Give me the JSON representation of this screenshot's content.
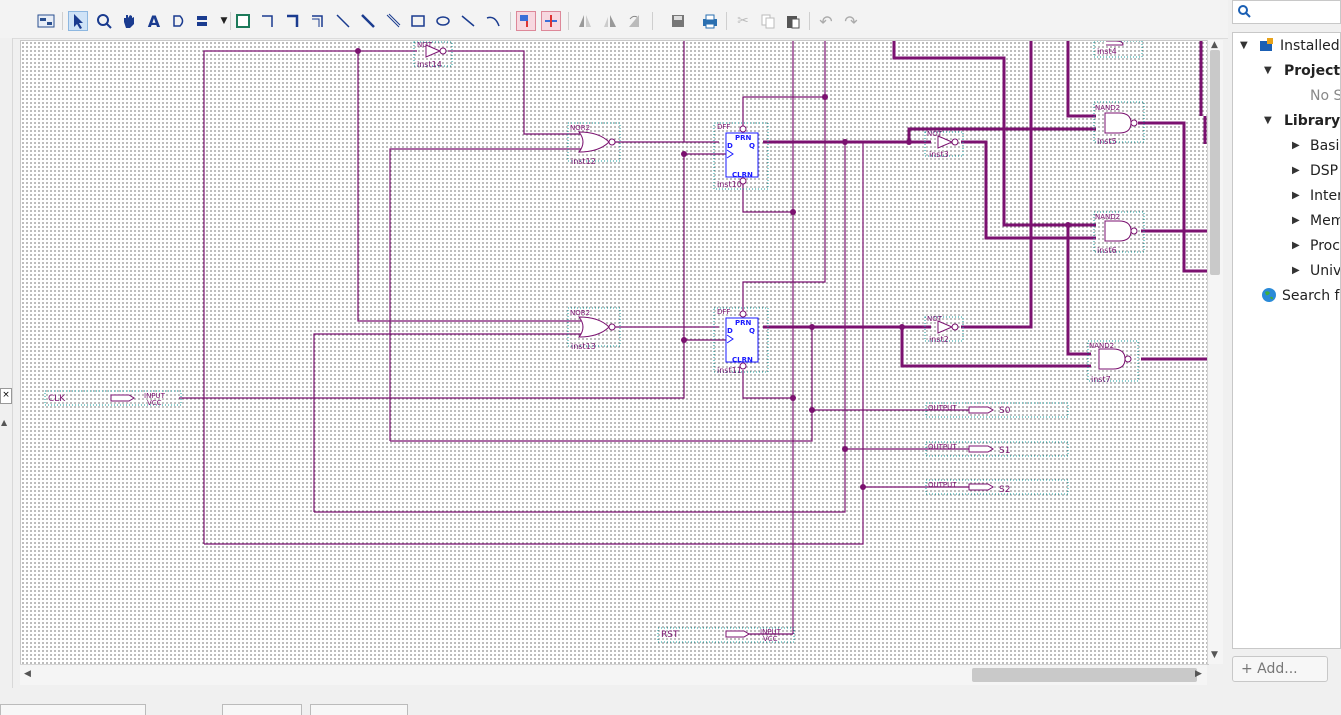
{
  "toolbar": {
    "tools": [
      "window-icon",
      "select-icon",
      "zoom-icon",
      "hand-icon",
      "text-icon",
      "symbol-icon",
      "pin-icon",
      "dropdown-icon",
      "block-icon",
      "orthogonal-node-icon",
      "orthogonal-bus-icon",
      "orthogonal-conduit-icon",
      "node-icon",
      "bus-icon",
      "conduit-icon",
      "rectangle-icon",
      "ellipse-icon",
      "line-icon",
      "arc-icon",
      "rubberband-icon",
      "partial-line-icon",
      "flip-horizontal-icon",
      "flip-vertical-icon",
      "rotate-icon",
      "save-icon",
      "print-icon",
      "cut-icon",
      "copy-icon",
      "paste-icon",
      "undo-icon",
      "redo-icon"
    ]
  },
  "schematic": {
    "inst14": {
      "type": "NOT",
      "name": "inst14"
    },
    "inst12": {
      "type": "NOR2",
      "name": "inst12"
    },
    "inst10": {
      "type": "DFF",
      "name": "inst10",
      "prn": "PRN",
      "d": "D",
      "q": "Q",
      "clrn": "CLRN"
    },
    "inst3": {
      "type": "NOT",
      "name": "inst3"
    },
    "inst5": {
      "type": "NAND2",
      "name": "inst5"
    },
    "inst6": {
      "type": "NAND2",
      "name": "inst6"
    },
    "inst4": {
      "name": "inst4"
    },
    "inst13": {
      "type": "NOR2",
      "name": "inst13"
    },
    "inst11": {
      "type": "DFF",
      "name": "inst11",
      "prn": "PRN",
      "d": "D",
      "q": "Q",
      "clrn": "CLRN"
    },
    "inst2": {
      "type": "NOT",
      "name": "inst2"
    },
    "inst7": {
      "type": "NAND2",
      "name": "inst7"
    },
    "clk": {
      "label": "CLK",
      "type": "INPUT",
      "vcc": "VCC"
    },
    "rst": {
      "label": "RST",
      "type": "INPUT",
      "vcc": "VCC"
    },
    "s0": {
      "label": "S0",
      "type": "OUTPUT"
    },
    "s1": {
      "label": "S1",
      "type": "OUTPUT"
    },
    "s2": {
      "label": "S2",
      "type": "OUTPUT"
    }
  },
  "right_panel": {
    "tree": [
      {
        "label": "Installed",
        "bold": false
      },
      {
        "label": "Project D",
        "bold": true
      },
      {
        "label": "No S",
        "gray": true
      },
      {
        "label": "Library",
        "bold": true
      },
      {
        "label": "Basic"
      },
      {
        "label": "DSP"
      },
      {
        "label": "Inter"
      },
      {
        "label": "Mem"
      },
      {
        "label": "Proc"
      },
      {
        "label": "Univ"
      },
      {
        "label": "Search fo"
      }
    ],
    "add_label": "+ Add..."
  },
  "colors": {
    "wire": "#7b1170",
    "blue": "#1a1aff"
  }
}
